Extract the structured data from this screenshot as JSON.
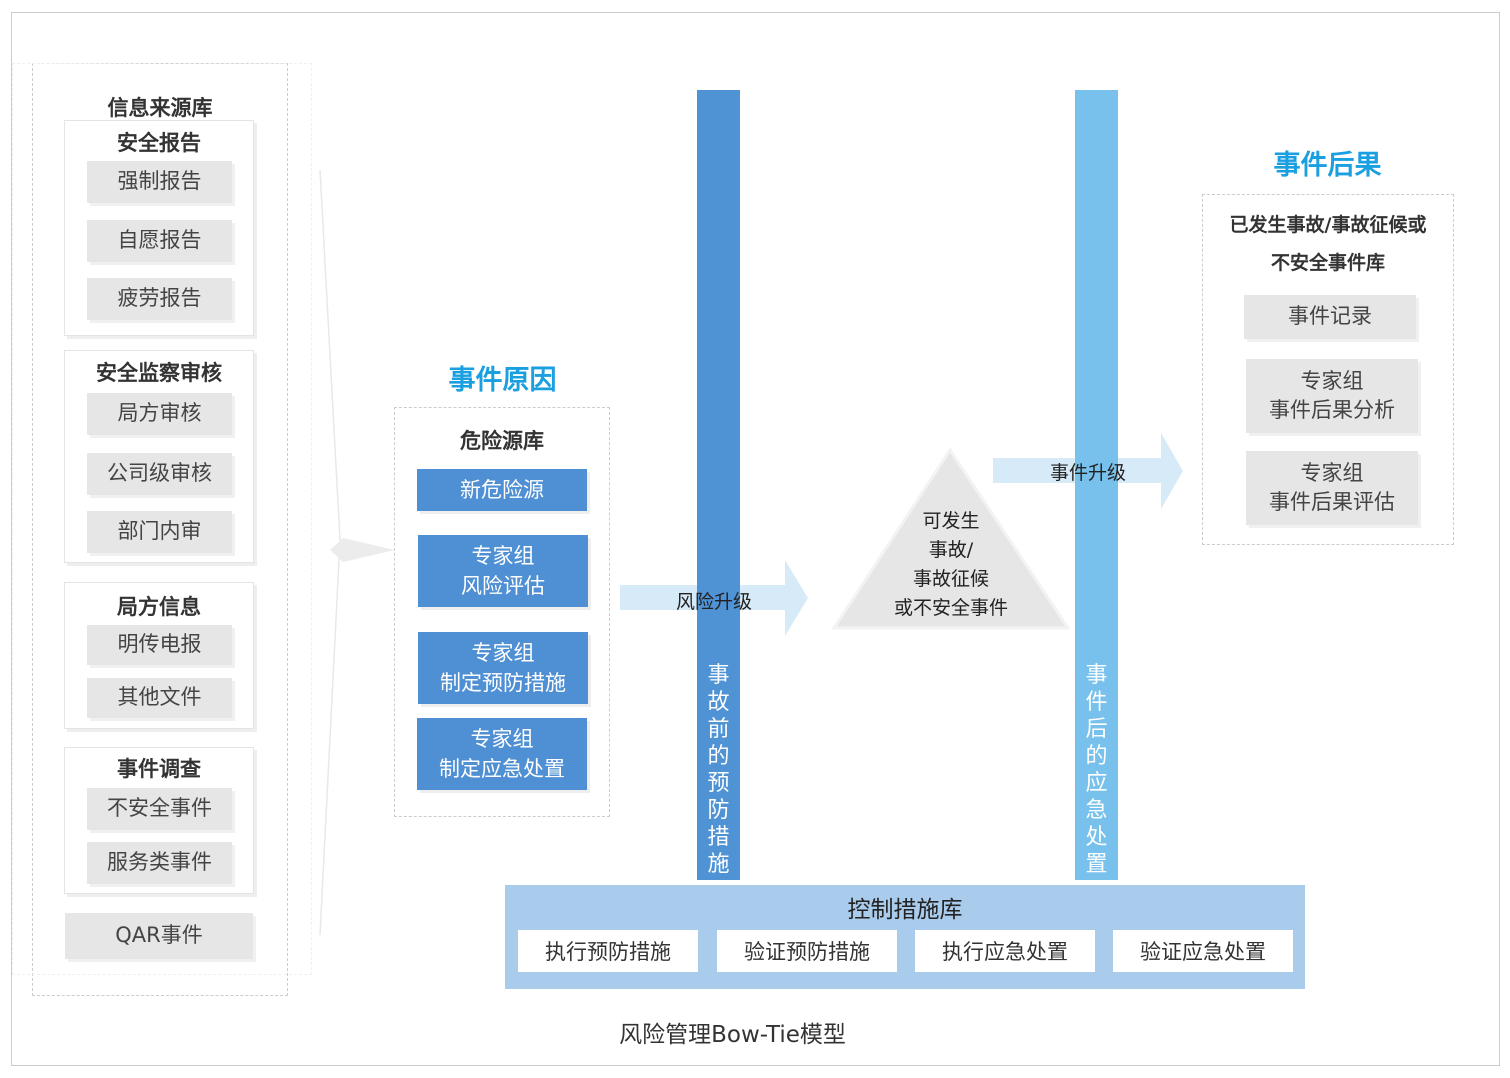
{
  "caption": "风险管理Bow-Tie模型",
  "info_source": {
    "title": "信息来源库",
    "groups": [
      {
        "title": "安全报告",
        "items": [
          "强制报告",
          "自愿报告",
          "疲劳报告"
        ]
      },
      {
        "title": "安全监察审核",
        "items": [
          "局方审核",
          "公司级审核",
          "部门内审"
        ]
      },
      {
        "title": "局方信息",
        "items": [
          "明传电报",
          "其他文件"
        ]
      },
      {
        "title": "事件调查",
        "items": [
          "不安全事件",
          "服务类事件"
        ]
      }
    ],
    "qar": "QAR事件"
  },
  "causes": {
    "title": "事件原因",
    "lib": "危险源库",
    "items": [
      [
        "新危险源"
      ],
      [
        "专家组",
        "风险评估"
      ],
      [
        "专家组",
        "制定预防措施"
      ],
      [
        "专家组",
        "制定应急处置"
      ]
    ]
  },
  "prevention_bar": "事故前的预防措施",
  "response_bar": "事件后的应急处置",
  "risk_arrow": "风险升级",
  "event_arrow": "事件升级",
  "triangle": [
    "可发生",
    "事故/",
    "事故征候",
    "或不安全事件"
  ],
  "consequences": {
    "title": "事件后果",
    "lib": [
      "已发生事故/事故征候或",
      "不安全事件库"
    ],
    "items": [
      [
        "事件记录"
      ],
      [
        "专家组",
        "事件后果分析"
      ],
      [
        "专家组",
        "事件后果评估"
      ]
    ]
  },
  "control": {
    "title": "控制措施库",
    "items": [
      "执行预防措施",
      "验证预防措施",
      "执行应急处置",
      "验证应急处置"
    ]
  },
  "colors": {
    "dark_blue": "#4f93d5",
    "light_blue": "#77c1ec",
    "arrow": "#d6eaf8",
    "title": "#1a9fe0",
    "control_bg": "#a9cbec"
  }
}
